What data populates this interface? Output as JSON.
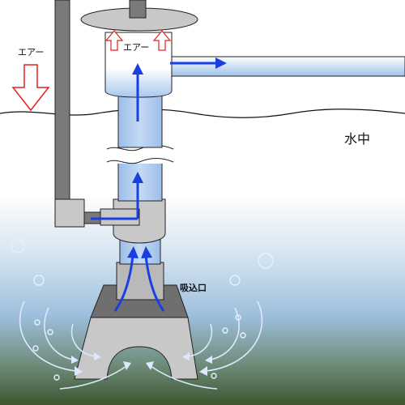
{
  "labels": {
    "air_left": "エアー",
    "air_top": "エアー",
    "underwater": "水中",
    "intake": "吸込口"
  },
  "colors": {
    "background_water_top": "#ffffff",
    "background_water_mid": "#b7cde0",
    "background_water_bottom": "#3f5a2f",
    "pipe_gray": "#c8c8c8",
    "pipe_dark": "#7a7a7a",
    "pipe_outline": "#222222",
    "water_fill": "#a9c8ee",
    "flow_arrow": "#1a3fe0",
    "air_arrow_outline": "#e02020",
    "swirl": "#dde8ff"
  },
  "icons": [
    "down-air-arrow",
    "up-air-arrow",
    "flow-arrow",
    "bubble",
    "swirl-arrow"
  ]
}
